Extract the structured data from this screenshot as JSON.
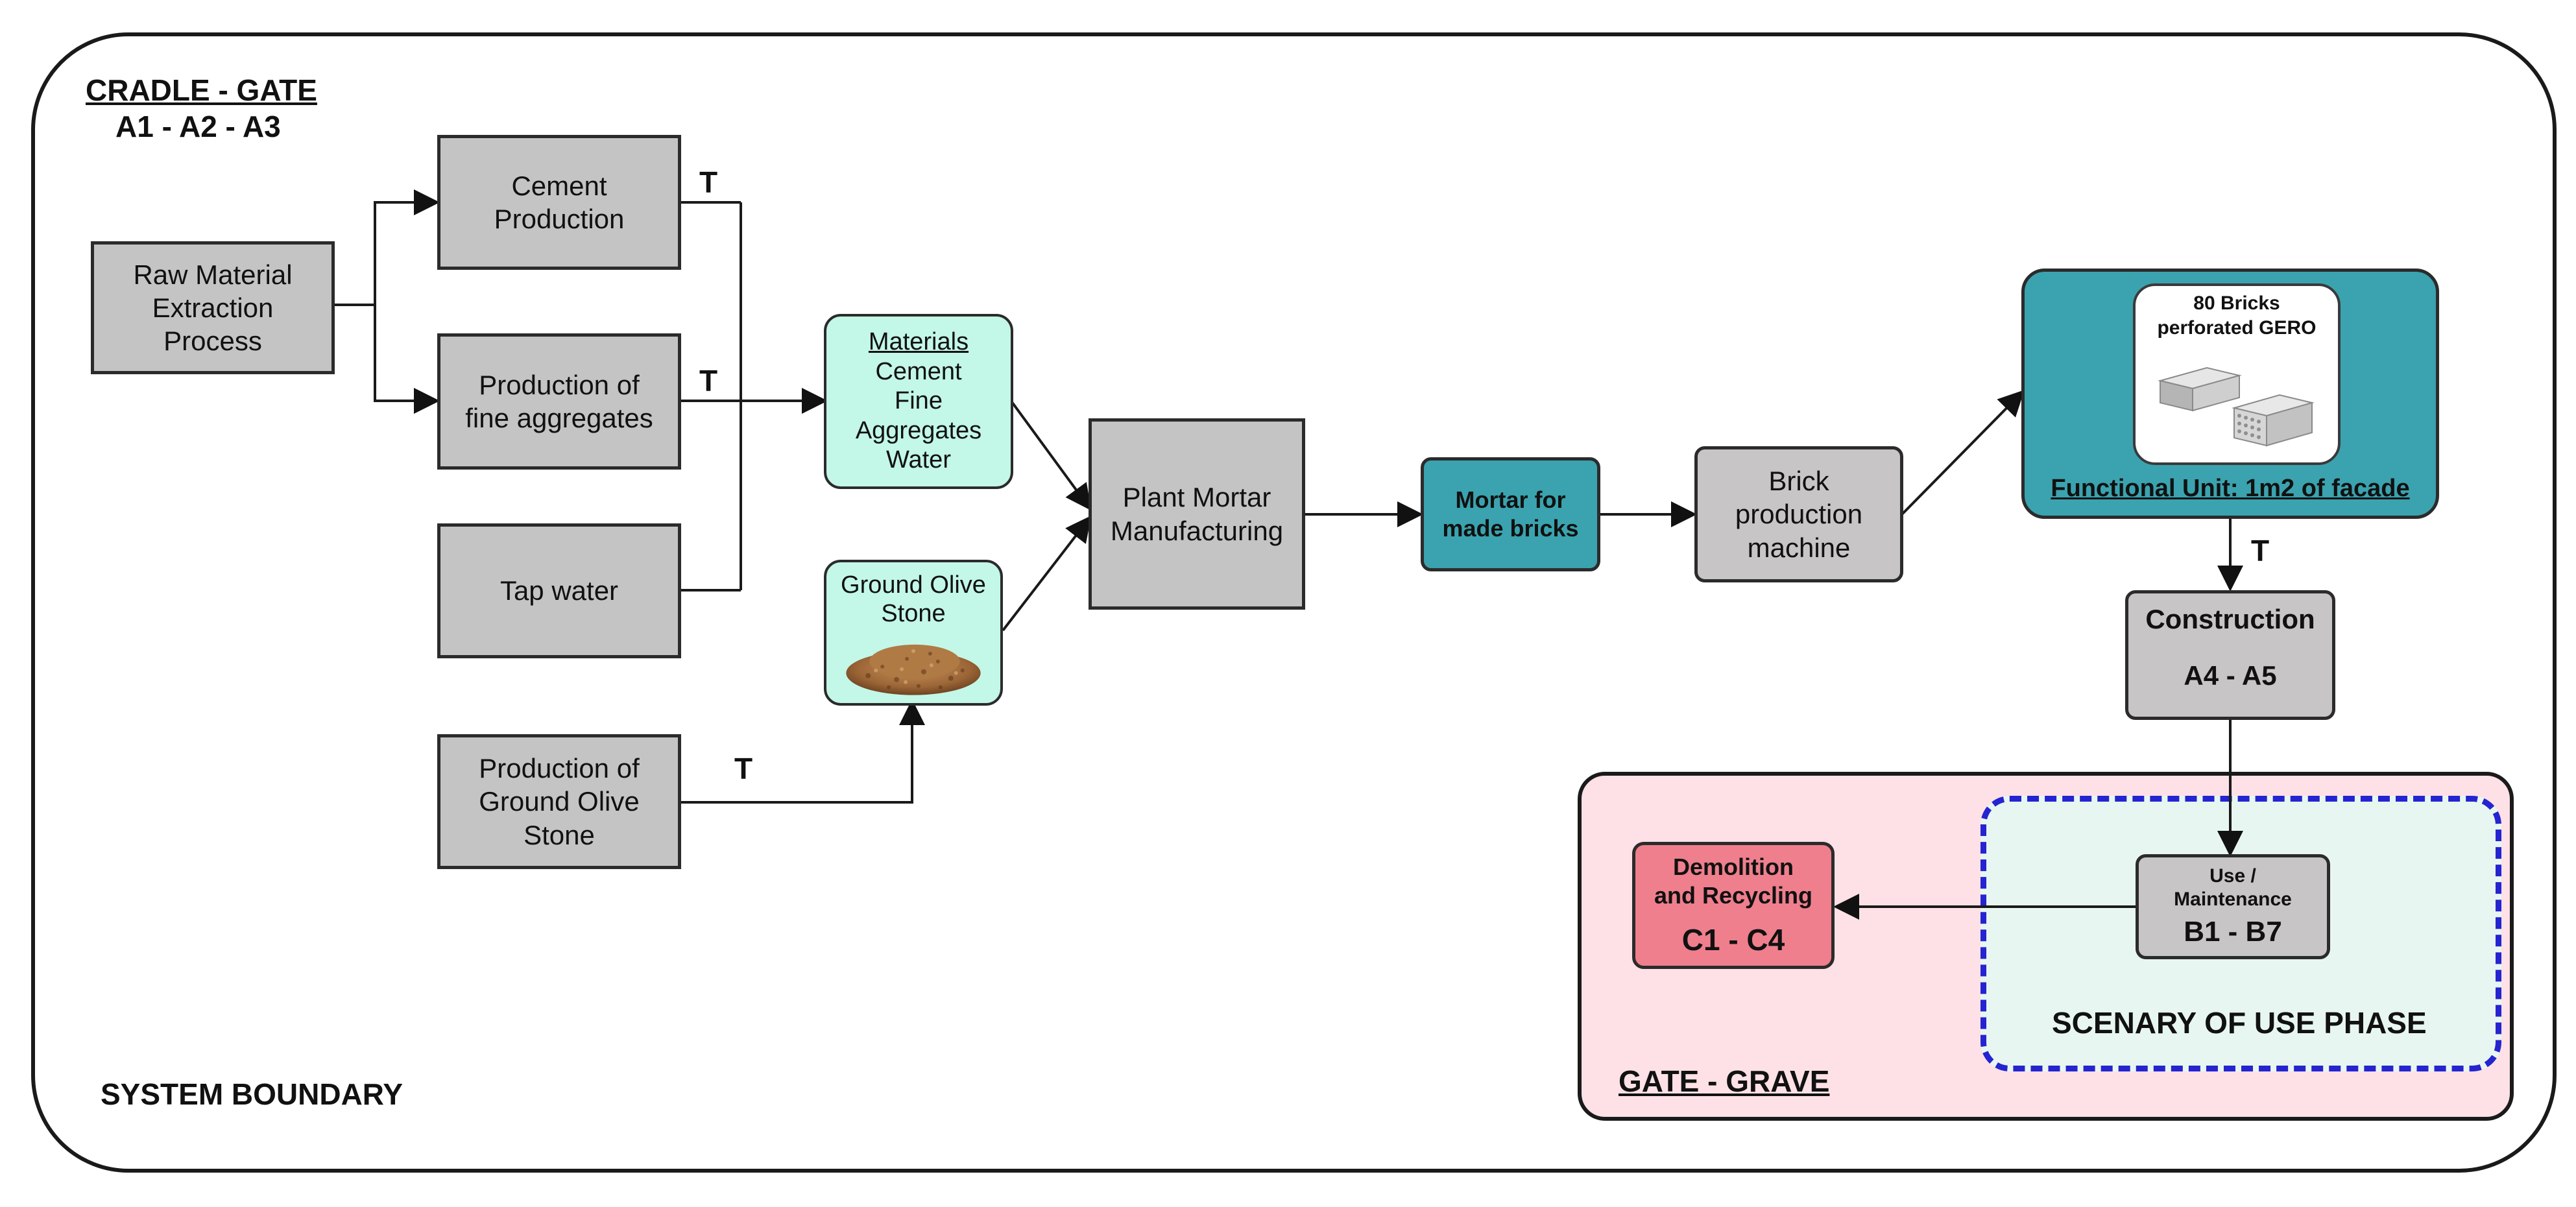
{
  "labels": {
    "cradle_gate": "CRADLE - GATE",
    "cradle_stages": "A1 - A2 - A3",
    "system_boundary": "SYSTEM BOUNDARY",
    "gate_grave": "GATE - GRAVE ",
    "scenary": "SCENARY OF USE PHASE",
    "transport": "T"
  },
  "nodes": {
    "raw_material": [
      "Raw Material",
      "Extraction",
      "Process"
    ],
    "cement_production": [
      "Cement",
      "Production"
    ],
    "fine_aggregates": [
      "Production of",
      "fine aggregates"
    ],
    "tap_water": [
      "Tap water"
    ],
    "olive_production": [
      "Production of",
      "Ground Olive",
      "Stone"
    ],
    "materials": {
      "title": "Materials",
      "lines": [
        "Cement",
        "Fine",
        "Aggregates",
        "Water"
      ]
    },
    "ground_olive": [
      "Ground Olive",
      "Stone"
    ],
    "plant_mortar": [
      "Plant Mortar",
      "Manufacturing"
    ],
    "mortar_bricks": [
      "Mortar for",
      "made bricks"
    ],
    "brick_machine": [
      "Brick production",
      "machine"
    ],
    "functional_unit": {
      "brick_caption": [
        "80 Bricks",
        "perforated GERO"
      ],
      "label": "Functional Unit: 1m2 of facade"
    },
    "construction": {
      "title": "Construction",
      "code": "A4 - A5"
    },
    "use_maintenance": {
      "lines": [
        "Use /",
        "Maintenance"
      ],
      "code": "B1 - B7"
    },
    "demolition": {
      "lines": [
        "Demolition",
        "and Recycling"
      ],
      "code": "C1 - C4"
    }
  },
  "colors": {
    "grey_box": "#c4c4c4",
    "mint_box": "#c3f7e7",
    "teal": "#3aa3af",
    "pink_region": "#fde1e6",
    "demolition_red": "#ef7f8d",
    "use_phase_dash": "#2424d0"
  }
}
